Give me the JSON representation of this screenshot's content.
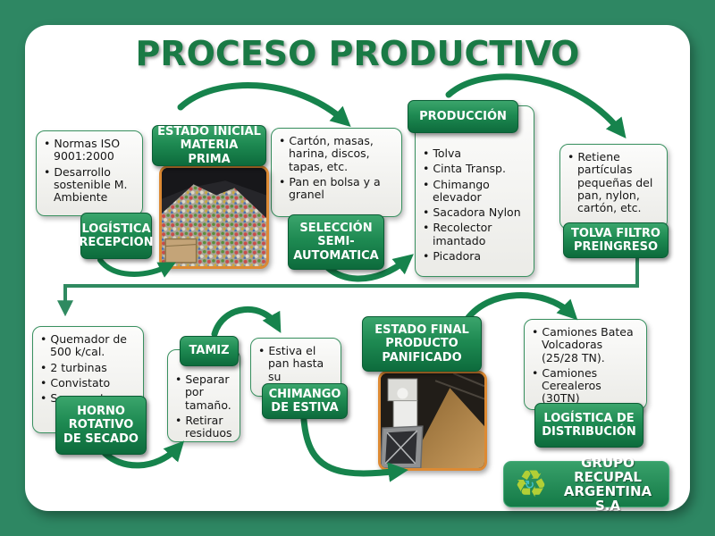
{
  "slide": {
    "title": "PROCESO PRODUCTIVO"
  },
  "steps": {
    "logistica": {
      "bullets": [
        "Normas ISO 9001:2000",
        "Desarrollo sostenible M. Ambiente"
      ],
      "label": "LOGÍSTICA RECEPCION"
    },
    "estado_inicial": {
      "label": "ESTADO INICIAL MATERIA PRIMA",
      "image": "recycled-bread-bags-pile-photo"
    },
    "seleccion": {
      "bullets": [
        "Cartón, masas, harina, discos, tapas, etc.",
        "Pan en bolsa y a granel"
      ],
      "label": "SELECCIÓN SEMI-AUTOMATICA"
    },
    "produccion": {
      "label": "PRODUCCIÓN",
      "bullets": [
        "Tolva",
        "Cinta Transp.",
        "Chimango elevador",
        "Sacadora Nylon",
        "Recolector imantado",
        "Picadora"
      ]
    },
    "tolva_filtro": {
      "bullets": [
        "Retiene partículas pequeñas del pan, nylon, cartón, etc."
      ],
      "label": "TOLVA FILTRO PREINGRESO"
    },
    "horno": {
      "bullets": [
        "Quemador de 500 k/cal.",
        "2 turbinas",
        "Convistato",
        "Servomotor"
      ],
      "label": "HORNO ROTATIVO DE SECADO"
    },
    "tamiz": {
      "label": "TAMIZ",
      "bullets": [
        "Separar por tamaño.",
        "Retirar residuos"
      ]
    },
    "chimango": {
      "bullets": [
        "Estiva el pan hasta su despacho"
      ],
      "label": "CHIMANGO DE ESTIVA"
    },
    "estado_final": {
      "label": "ESTADO FINAL PRODUCTO PANIFICADO",
      "image": "breadcrumb-pile-machinery-photo"
    },
    "distribucion": {
      "bullets": [
        "Camiones Batea Volcadoras (25/28 TN).",
        "Camiones Cerealeros (30TN)"
      ],
      "label": "LOGÍSTICA DE DISTRIBUCIÓN"
    }
  },
  "logo": {
    "line1": "GRUPO RECUPAL",
    "line2": "ARGENTINA S.A",
    "icon": "recycle-icon"
  },
  "colors": {
    "frame_green": "#2e8763",
    "title_green": "#1a7a45",
    "label_green": "#1e8a52",
    "arrow_green": "#16834c",
    "image_border_orange": "#dd8a33"
  }
}
